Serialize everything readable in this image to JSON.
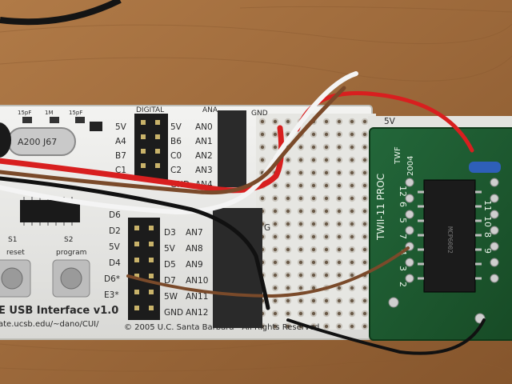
{
  "board": {
    "title": "E USB Interface v1.0",
    "url": "ate.ucsb.edu/~dano/CUI/",
    "copyright": "© 2005 U.C. Santa Barbara - All Rights Reserved",
    "crystal_label": "A200 J67",
    "cap_labels": [
      "15pF",
      "1M",
      "15pF"
    ],
    "header_group_digital": "DIGITAL",
    "header_group_analog": "ANA",
    "gnd_label": "GND",
    "left_pins": [
      "5V",
      "A4",
      "B7",
      "C1"
    ],
    "mid_pins": [
      "5V",
      "B6",
      "C0",
      "C2",
      "GND"
    ],
    "an_pins": [
      "AN0",
      "AN1",
      "AN2",
      "AN3",
      "AN4"
    ],
    "lower_left_pins": [
      "D6",
      "D2",
      "5V",
      "D4",
      "D6*",
      "E3*"
    ],
    "lower_mid_pins": [
      "D3",
      "5V",
      "D5",
      "D7",
      "5W",
      "GND"
    ],
    "lower_an_pins": [
      "AN7",
      "AN8",
      "AN9",
      "AN10",
      "AN11",
      "AN12"
    ],
    "button_labels": [
      "S1",
      "S2"
    ],
    "button_captions": [
      "reset",
      "program"
    ]
  },
  "protoboard": {
    "label_5v": "5V",
    "label_g": "G"
  },
  "chip_pcb": {
    "label": "TWII-11 PROC",
    "twf": "TWF",
    "year": "2004",
    "pin_nums_left": [
      "12",
      "6",
      "5",
      "7",
      "4",
      "3",
      "2"
    ],
    "pin_nums_right": [
      "11",
      "10",
      "8",
      "9"
    ]
  },
  "colors": {
    "wood": "#9a6a3c",
    "board_white": "#ededed",
    "chip_pcb_green": "#1f5a2c",
    "wire_red": "#d81f1f",
    "wire_white": "#f4f4f4",
    "wire_black": "#111111",
    "wire_brown": "#7a4a2a"
  }
}
